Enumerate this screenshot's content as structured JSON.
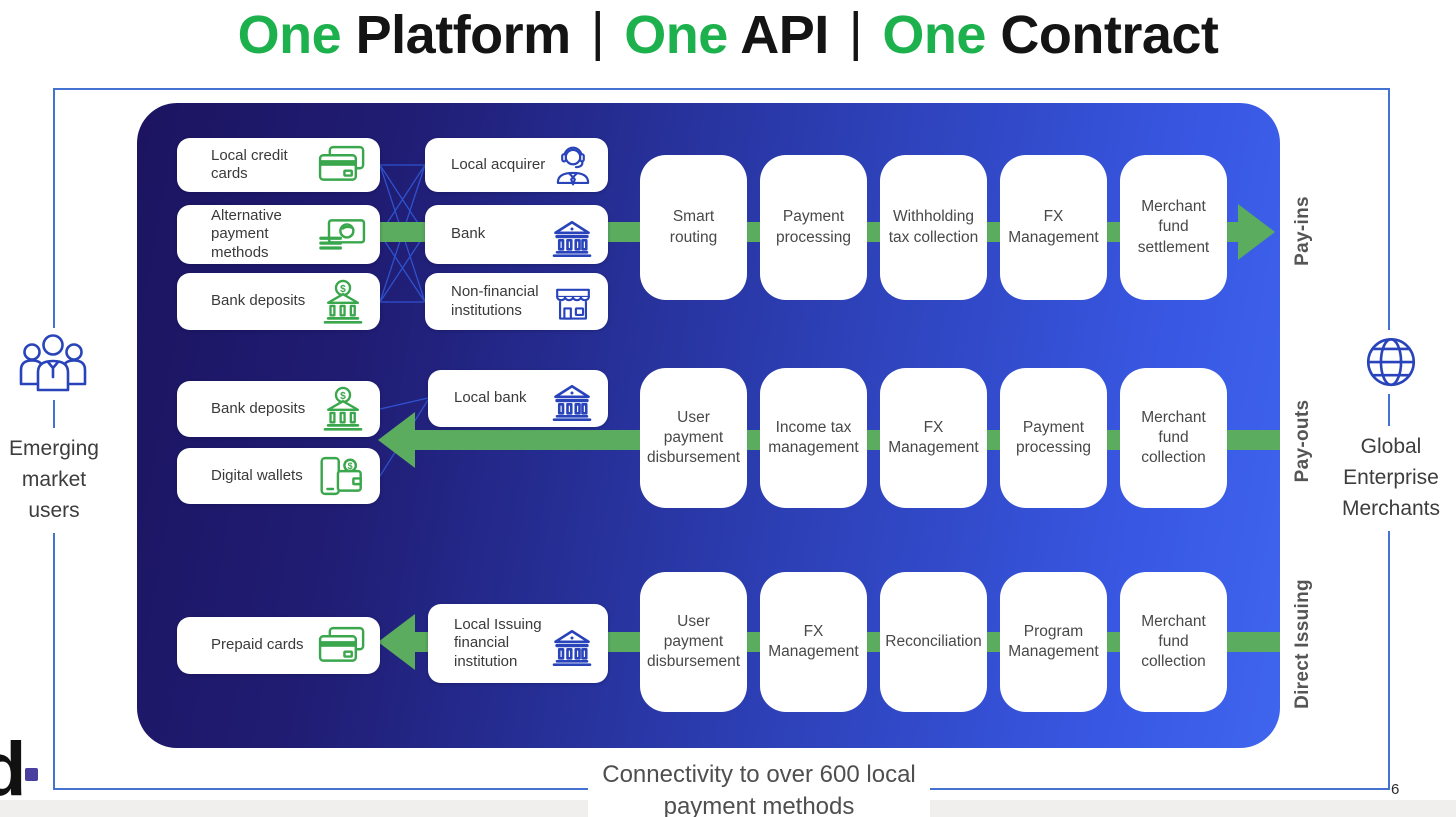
{
  "title": {
    "groups": [
      {
        "highlight": "One",
        "word": "Platform"
      },
      {
        "highlight": "One",
        "word": "API"
      },
      {
        "highlight": "One",
        "word": "Contract"
      }
    ],
    "separator": "|"
  },
  "actors": {
    "left": {
      "label": "Emerging market users",
      "icon": "people-icon"
    },
    "right": {
      "label": "Global Enterprise Merchants",
      "icon": "globe-icon"
    }
  },
  "flows": [
    {
      "name": "Pay-ins",
      "direction": "right",
      "sources": [
        {
          "label": "Local credit cards",
          "icon": "credit-card-icon"
        },
        {
          "label": "Alternative payment methods",
          "icon": "cash-icon"
        },
        {
          "label": "Bank deposits",
          "icon": "bank-dollar-icon"
        }
      ],
      "intermediaries": [
        {
          "label": "Local acquirer",
          "icon": "support-agent-icon"
        },
        {
          "label": "Bank",
          "icon": "bank-icon"
        },
        {
          "label": "Non-financial institutions",
          "icon": "store-icon"
        }
      ],
      "steps": [
        "Smart routing",
        "Payment processing",
        "Withholding tax collection",
        "FX Management",
        "Merchant fund settlement"
      ]
    },
    {
      "name": "Pay-outs",
      "direction": "left",
      "sources": [
        {
          "label": "Bank deposits",
          "icon": "bank-dollar-icon"
        },
        {
          "label": "Digital wallets",
          "icon": "wallet-icon"
        }
      ],
      "intermediaries": [
        {
          "label": "Local bank",
          "icon": "bank-icon"
        }
      ],
      "steps": [
        "User payment disbursement",
        "Income tax management",
        "FX Management",
        "Payment processing",
        "Merchant fund collection"
      ]
    },
    {
      "name": "Direct Issuing",
      "direction": "left",
      "sources": [
        {
          "label": "Prepaid cards",
          "icon": "credit-card-icon"
        }
      ],
      "intermediaries": [
        {
          "label": "Local Issuing financial institution",
          "icon": "bank-icon"
        }
      ],
      "steps": [
        "User payment disbursement",
        "FX Management",
        "Reconciliation",
        "Program Management",
        "Merchant fund collection"
      ]
    }
  ],
  "footer": {
    "note": "Connectivity to over 600 local payment methods",
    "page_number": "6",
    "logo_letter": "d"
  },
  "colors": {
    "accent_green": "#1db14d",
    "arrow_green": "#5bac5e",
    "panel_dark": "#1c1460",
    "panel_bright": "#3f65ee",
    "frame_blue": "#4472d0",
    "icon_green": "#3aa74d",
    "icon_blue": "#2944bb"
  }
}
